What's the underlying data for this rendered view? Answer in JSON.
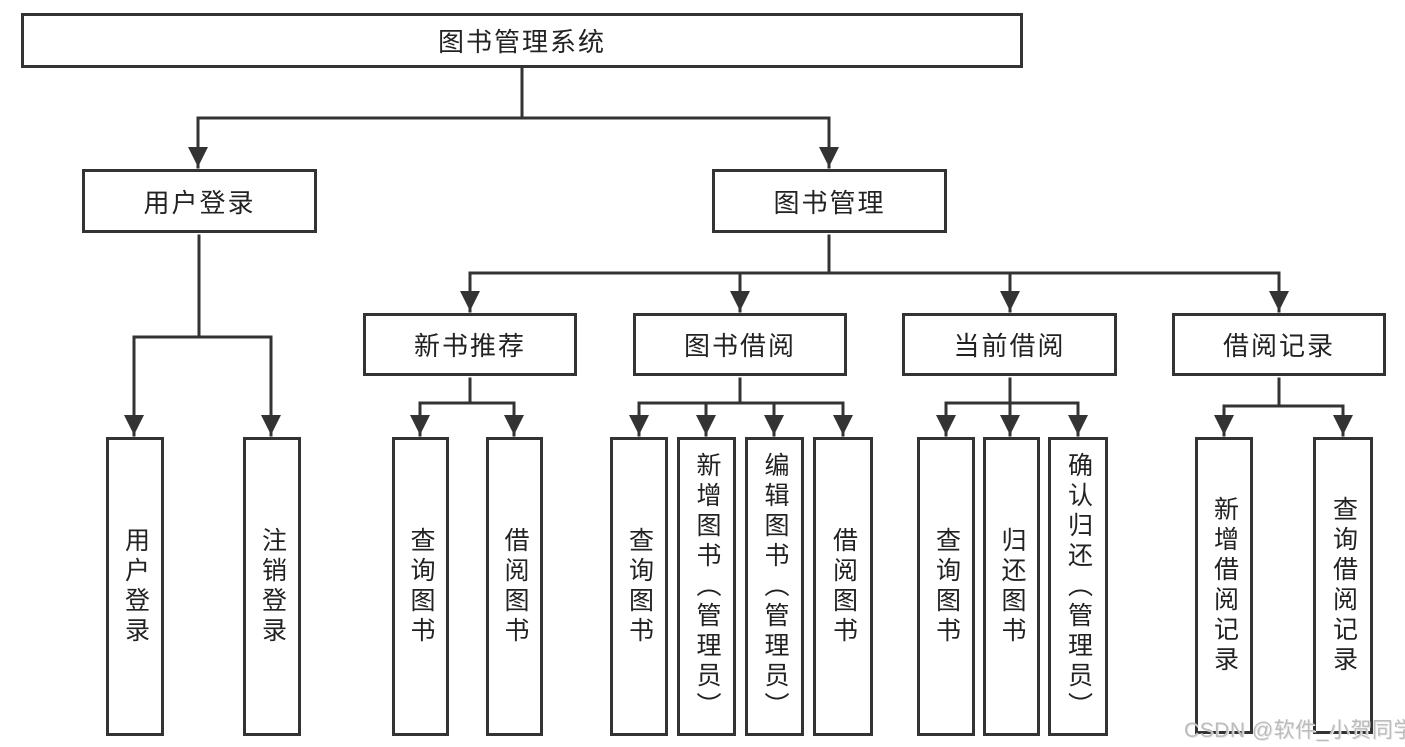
{
  "diagram": {
    "tree": {
      "root": {
        "label": "图书管理系统",
        "children": [
          {
            "label": "用户登录",
            "children": [
              {
                "label": "用户登录"
              },
              {
                "label": "注销登录"
              }
            ]
          },
          {
            "label": "图书管理",
            "children": [
              {
                "label": "新书推荐",
                "children": [
                  {
                    "label": "查询图书"
                  },
                  {
                    "label": "借阅图书"
                  }
                ]
              },
              {
                "label": "图书借阅",
                "children": [
                  {
                    "label": "查询图书"
                  },
                  {
                    "label": "新增图书（管理员）"
                  },
                  {
                    "label": "编辑图书（管理员）"
                  },
                  {
                    "label": "借阅图书"
                  }
                ]
              },
              {
                "label": "当前借阅",
                "children": [
                  {
                    "label": "查询图书"
                  },
                  {
                    "label": "归还图书"
                  },
                  {
                    "label": "确认归还（管理员）"
                  }
                ]
              },
              {
                "label": "借阅记录",
                "children": [
                  {
                    "label": "新增借阅记录"
                  },
                  {
                    "label": "查询借阅记录"
                  }
                ]
              }
            ]
          }
        ]
      }
    },
    "colors": {
      "line": "#333333",
      "text": "#222222",
      "background": "#ffffff",
      "watermark": "#bcbcbc"
    }
  },
  "watermark": {
    "text": "CSDN @软件_小贺同学"
  }
}
